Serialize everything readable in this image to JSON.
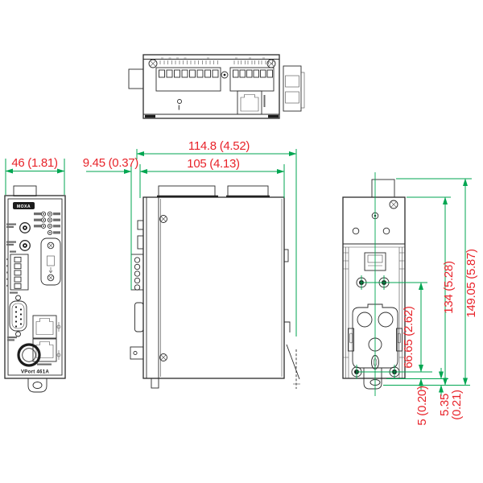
{
  "drawing": {
    "product_brand": "MOXA",
    "product_model": "VPort 461A"
  },
  "colors": {
    "dimension_line": "#00a651",
    "dimension_text": "#e8232a",
    "drawing_line": "#2b2b2b",
    "background": "#ffffff",
    "badge_background": "#1c1c1c"
  },
  "dimensions_mm_in": {
    "front_width": "46 (1.81)",
    "front_protrusion": "9.45 (0.37)",
    "overall_depth": "114.8 (4.52)",
    "body_depth": "105 (4.13)",
    "mount_screw_spacing": "66.65 (2.62)",
    "body_height": "134 (5.28)",
    "overall_height": "149.05 (5.87)",
    "screw_to_bottom_edge": "5 (0.20)",
    "din_tab_value": "5.35",
    "din_tab_inches": "(0.21)"
  }
}
